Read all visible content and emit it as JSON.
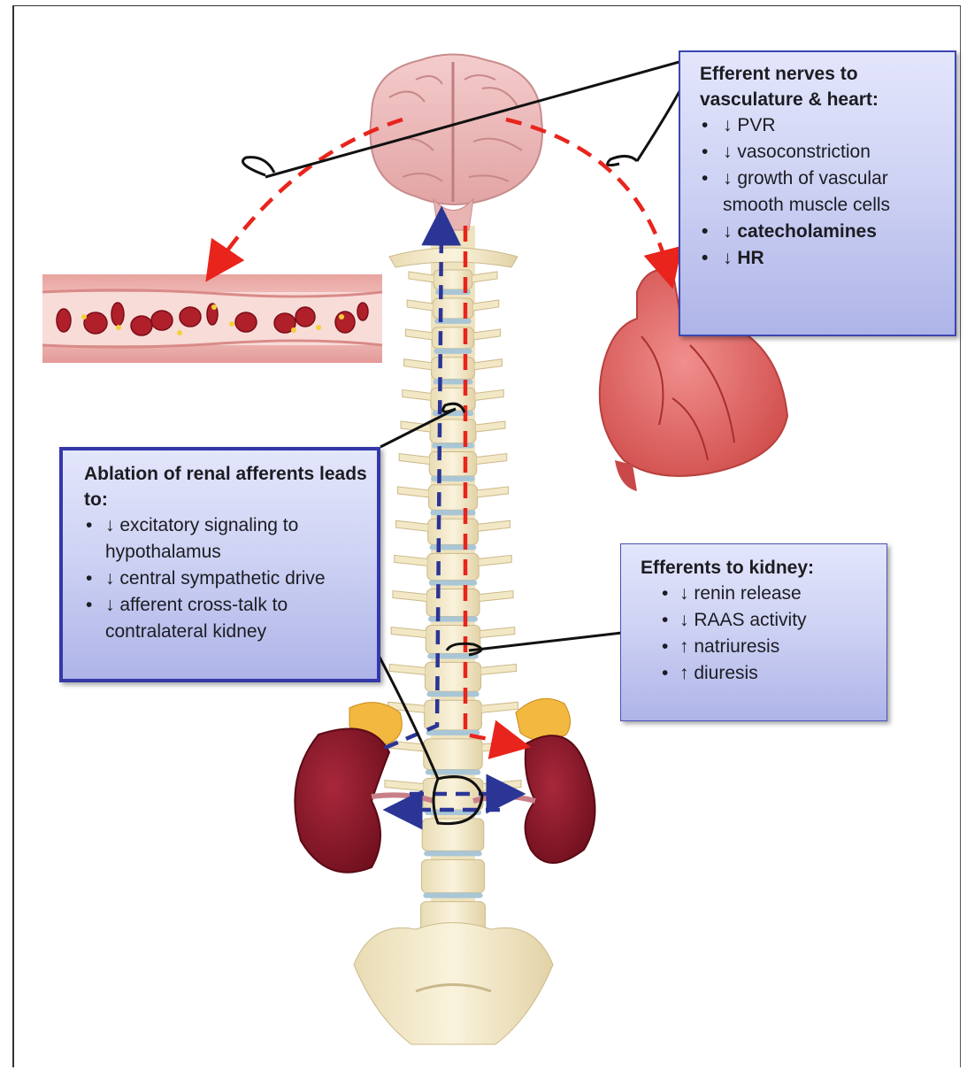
{
  "colors": {
    "efferent_arrow": "#e8241c",
    "afferent_arrow": "#2b3596",
    "box_border": "#3d46b0",
    "box_fill": "#cfd3f4"
  },
  "icons": [
    "brain-illustration",
    "blood-vessel-illustration",
    "heart-illustration",
    "spine-illustration",
    "kidney-left-illustration",
    "kidney-right-illustration",
    "nerve-ablation-loop-icon"
  ],
  "boxes": {
    "efferent_heart": {
      "title": "Efferent nerves to vasculature & heart:",
      "items": [
        {
          "bullet": "•",
          "text": "↓ PVR"
        },
        {
          "bullet": "•",
          "text": "↓ vasoconstriction"
        },
        {
          "bullet": "•",
          "text": "↓ growth of vascular smooth muscle cells"
        },
        {
          "bullet": "•",
          "text": "↓ catecholamines"
        },
        {
          "bullet": "•",
          "text": "↓ HR"
        }
      ]
    },
    "ablation": {
      "title": "Ablation of renal afferents leads to:",
      "items": [
        {
          "bullet": "•",
          "text": "↓ excitatory signaling to  hypothalamus"
        },
        {
          "bullet": "•",
          "text": "↓ central sympathetic drive"
        },
        {
          "bullet": "•",
          "text": "↓ afferent cross-talk to contralateral kidney"
        }
      ]
    },
    "efferent_kidney": {
      "title": "Efferents to kidney:",
      "items": [
        {
          "bullet": "•",
          "text": "↓ renin release"
        },
        {
          "bullet": "•",
          "text": "↓ RAAS activity"
        },
        {
          "bullet": "•",
          "text": "↑ natriuresis"
        },
        {
          "bullet": "•",
          "text": "↑ diuresis"
        }
      ]
    }
  }
}
